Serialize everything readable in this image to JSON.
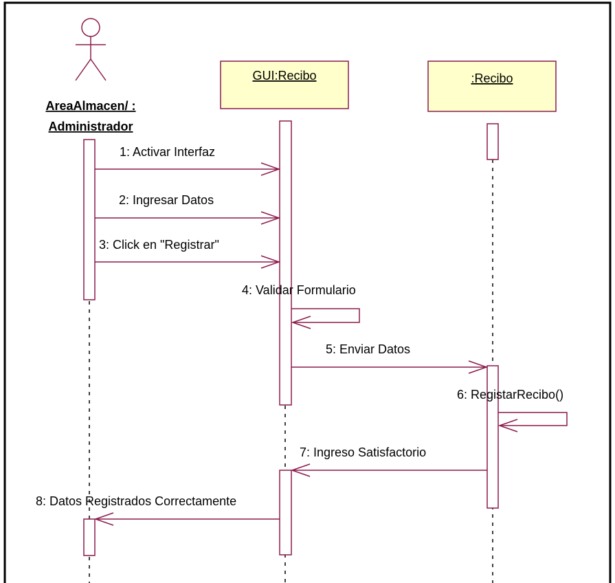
{
  "colors": {
    "line": "#8b1a4a",
    "box_fill": "#ffffcc",
    "activation_fill": "#ffffff",
    "frame": "#000000"
  },
  "actor": {
    "name_line1": "AreaAlmacen/ :",
    "name_line2": "Administrador"
  },
  "objects": [
    {
      "id": "gui",
      "label": "GUI:Recibo"
    },
    {
      "id": "recibo",
      "label": ":Recibo"
    }
  ],
  "messages": [
    {
      "number": 1,
      "text": "1: Activar Interfaz",
      "from": "actor",
      "to": "gui"
    },
    {
      "number": 2,
      "text": "2: Ingresar Datos",
      "from": "actor",
      "to": "gui"
    },
    {
      "number": 3,
      "text": "3: Click en \"Registrar\"",
      "from": "actor",
      "to": "gui"
    },
    {
      "number": 4,
      "text": "4: Validar Formulario",
      "from": "gui",
      "to": "gui"
    },
    {
      "number": 5,
      "text": "5: Enviar Datos",
      "from": "gui",
      "to": "recibo"
    },
    {
      "number": 6,
      "text": "6: RegistarRecibo()",
      "from": "recibo",
      "to": "recibo"
    },
    {
      "number": 7,
      "text": "7: Ingreso Satisfactorio",
      "from": "recibo",
      "to": "gui"
    },
    {
      "number": 8,
      "text": "8: Datos Registrados Correctamente",
      "from": "gui",
      "to": "actor"
    }
  ]
}
